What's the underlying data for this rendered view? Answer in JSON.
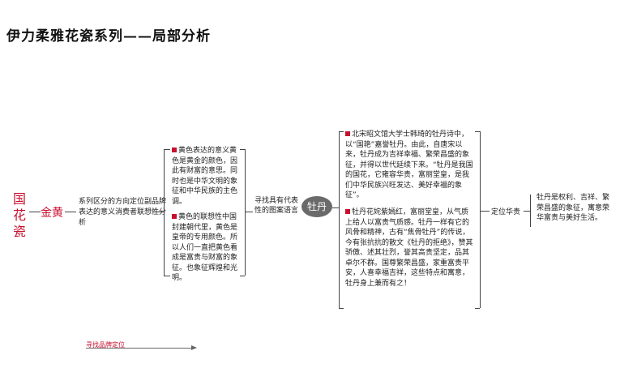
{
  "title": "伊力柔雅花瓷系列——局部分析",
  "root": "国花瓷",
  "level1": "金黄",
  "left_desc": "系列区分的方向定位副品牌表达的意义消费者联想性分析",
  "box1": "黄色表达的意义黄色是黄金的颜色，因此有财富的意思。同时也是中华文明的象征和中华民族的主色调。",
  "box2": "黄色的联想性中国封建朝代里，黄色是皇帝的专用颜色。所以人们一直把黄色看成是富贵与财富的象征。也象征辉煌和光明。",
  "mid_desc": "寻找具有代表性的图案语言",
  "peony": "牡丹",
  "right1": "北宋昭文馆大学士韩琦的牡丹诗中，以“国艳”嘉誉牡丹。由此，自唐宋以来，牡丹成为吉祥幸福、繁荣昌盛的象征，并得以世代延续下来。“牡丹是我国的国花，它雍容华贵，富丽堂皇，是我们中华民族兴旺发达、美好幸福的象征”。",
  "right2": "牡丹花姹紫嫣红，富丽堂皇，从气质上给人以富贵气质感。牡丹一样有它的风骨和精神，古有“焦骨牡丹”的传说，今有张抗抗的散文《牡丹的拒绝》，赞其骄傲、述其壮烈，誉其高贵坚定，品其卓尔不群。国尊繁荣昌盛，家重富贵平安，人喜幸福吉祥，这些特点和寓意，牡丹身上兼而有之！",
  "dingwei": "定位华贵",
  "final": "牡丹是权利、吉祥、繁荣昌盛的象征，寓意荣华富贵与美好生活。",
  "footer": "寻找品牌定位",
  "colors": {
    "accent": "#c8102e",
    "node": "#6a6a6a"
  }
}
